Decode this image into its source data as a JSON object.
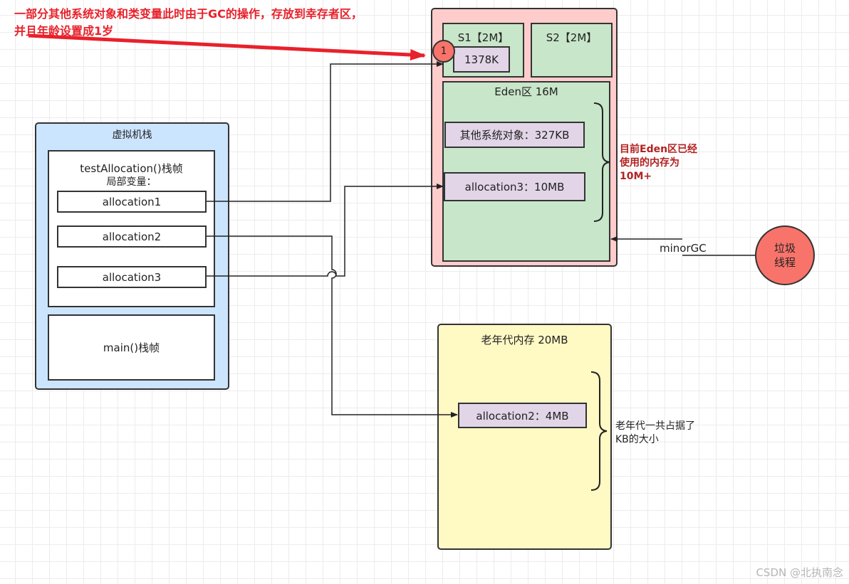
{
  "annotation_top": {
    "line1": "一部分其他系统对象和类变量此时由于GC的操作，存放到幸存者区，",
    "line2": "并且年龄设置成1岁"
  },
  "stack": {
    "title": "虚拟机栈",
    "frame_test": {
      "title": "testAllocation()栈帧",
      "subtitle": "局部变量："
    },
    "variables": [
      "allocation1",
      "allocation2",
      "allocation3"
    ],
    "frame_main": "main()栈帧"
  },
  "young": {
    "s1": {
      "title": "S1【2M】",
      "object": "1378K",
      "badge": "1"
    },
    "s2": {
      "title": "S2【2M】"
    },
    "eden": {
      "title": "Eden区 16M",
      "objects": [
        "其他系统对象：327KB",
        "allocation3：10MB"
      ],
      "note": [
        "目前Eden区已经",
        "使用的内存为",
        "10M+"
      ]
    }
  },
  "gc": {
    "label": "minorGC",
    "thread": [
      "垃圾",
      "线程"
    ]
  },
  "old": {
    "title": "老年代内存 20MB",
    "object": "allocation2：4MB",
    "note": [
      "老年代一共占据了",
      "KB的大小"
    ]
  },
  "watermark": "CSDN @北执南念",
  "colors": {
    "stack_fill": "#cce5ff",
    "young_fill": "#ffcccc",
    "eden_fill": "#c8e6c9",
    "old_fill": "#fff9c4",
    "object_fill": "#e1d5e7",
    "thread_fill": "#f8746a",
    "annotation_red": "#e8212b"
  }
}
